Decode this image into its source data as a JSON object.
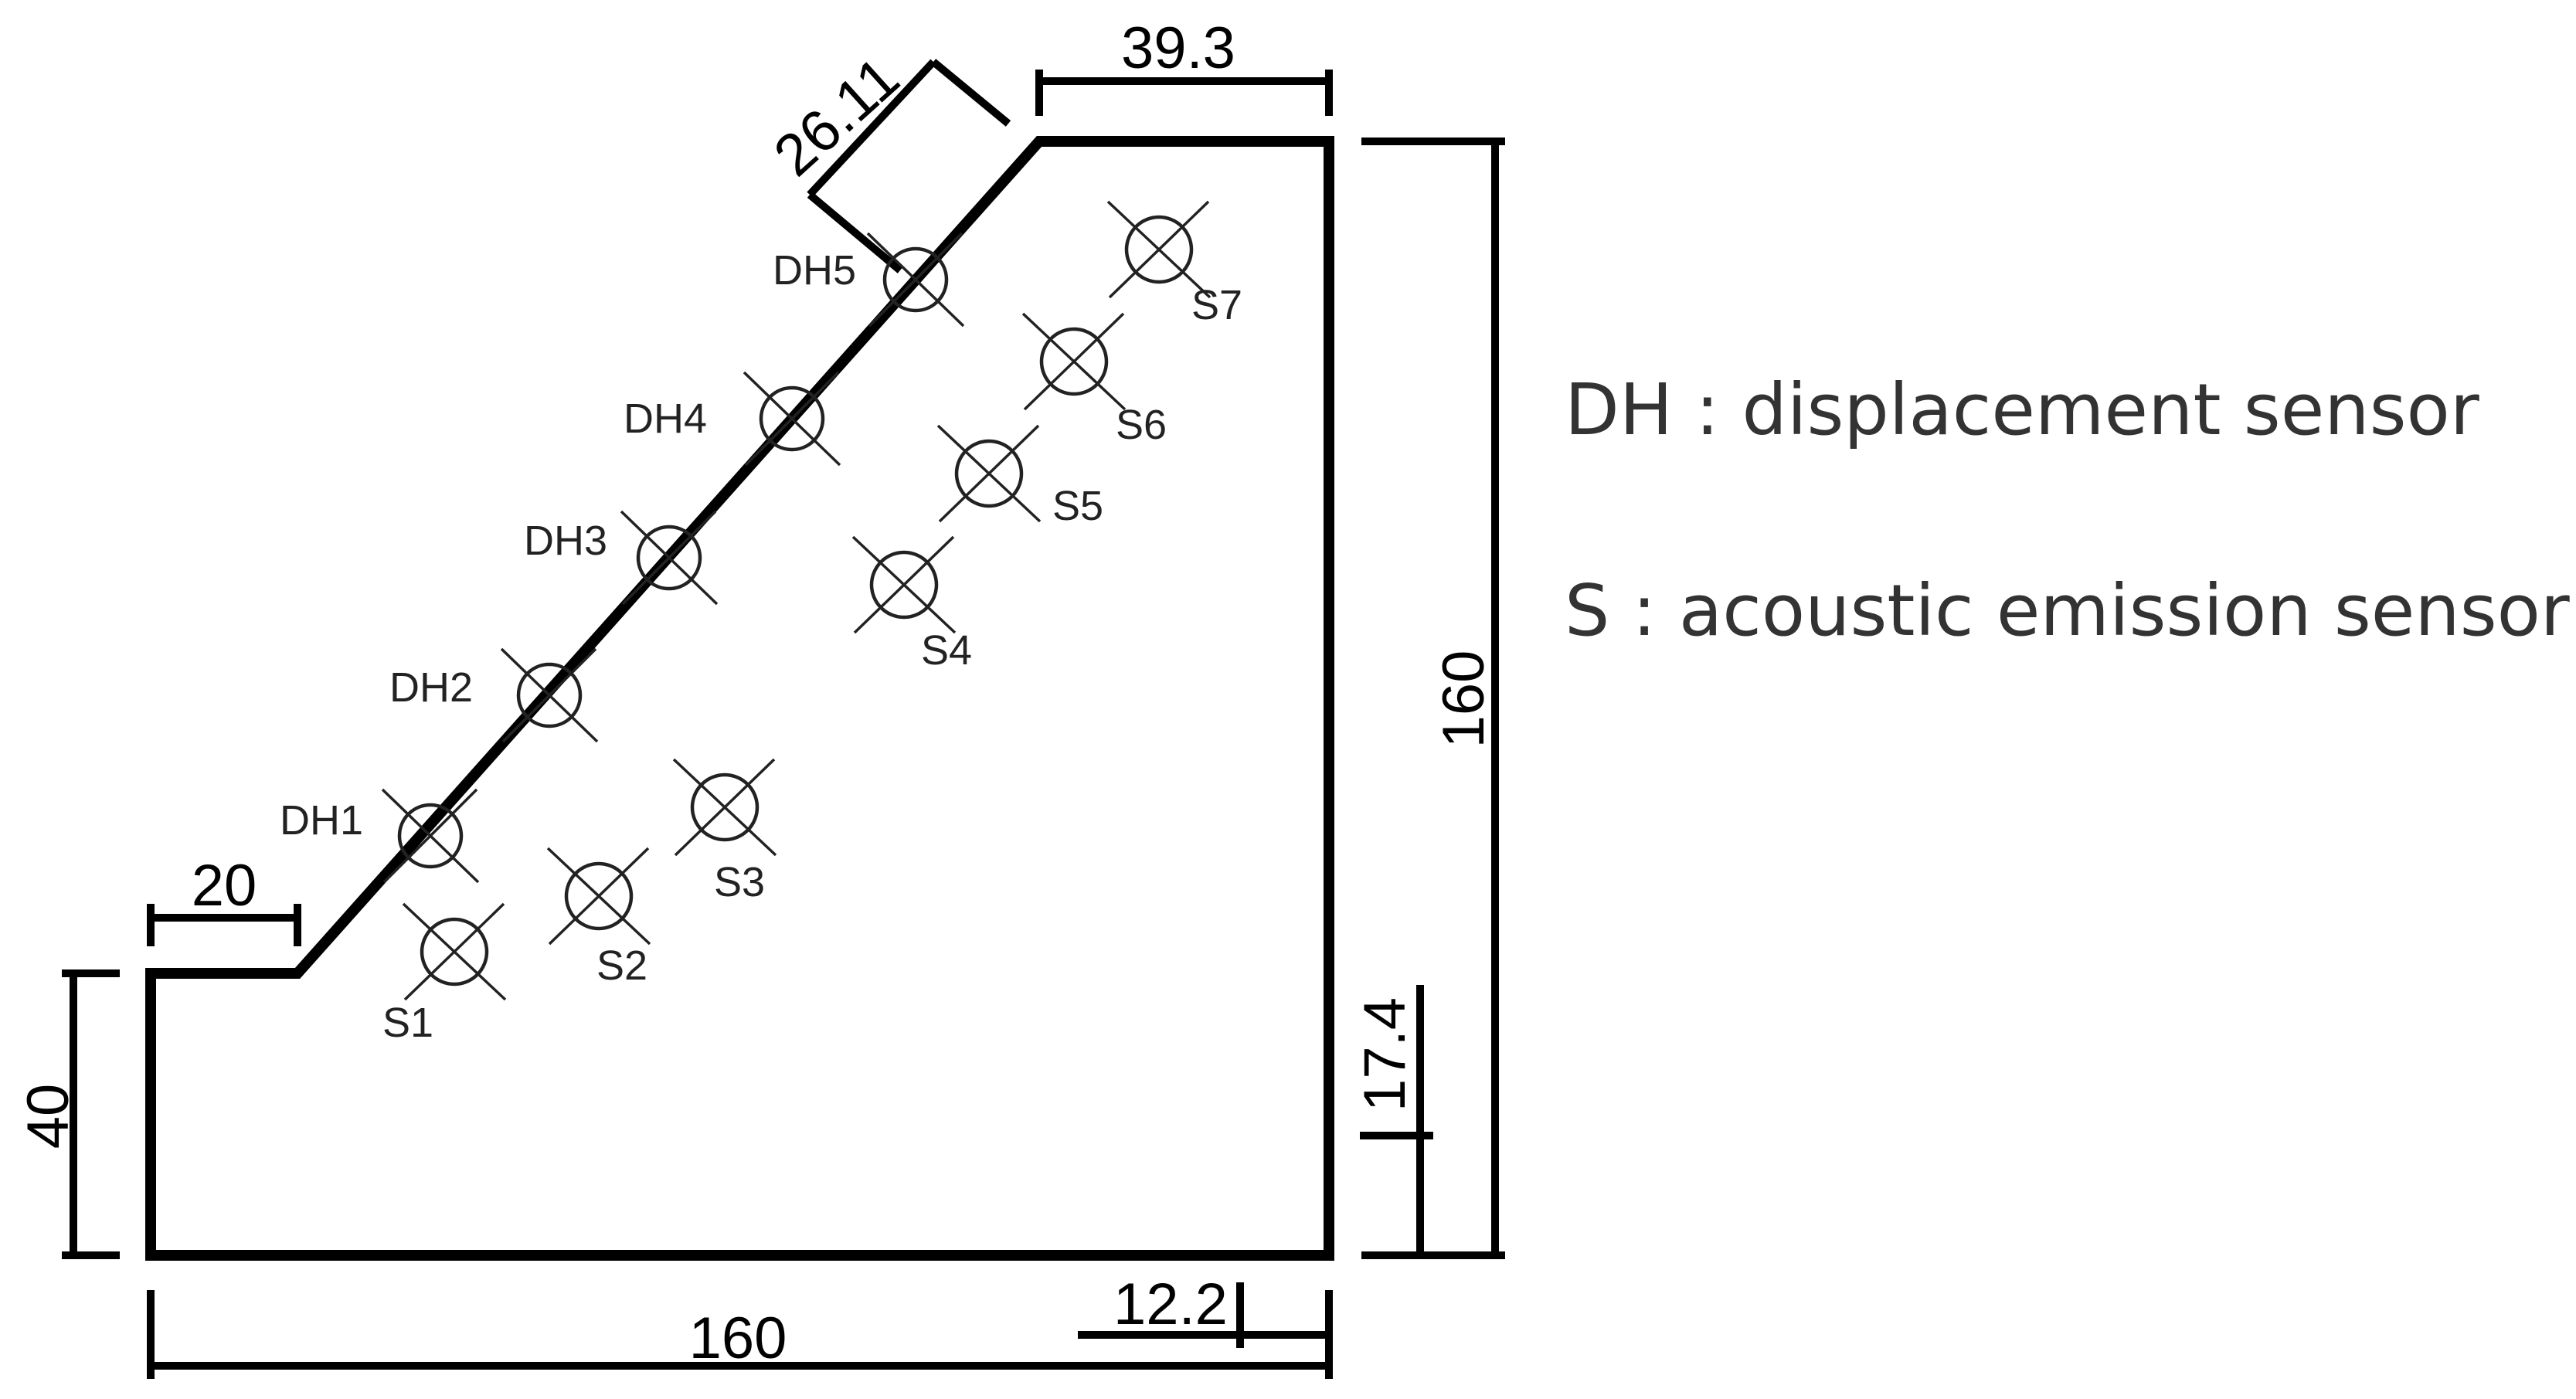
{
  "dimensions": {
    "slope_perp_offset": "26.11",
    "top_width": "39.3",
    "total_height": "160",
    "step_width": "20",
    "step_height": "40",
    "right_lower_height": "17.4",
    "bottom_width": "160",
    "bottom_right_offset": "12.2"
  },
  "displacement_sensors": [
    "DH1",
    "DH2",
    "DH3",
    "DH4",
    "DH5"
  ],
  "ae_sensors": [
    "S1",
    "S2",
    "S3",
    "S4",
    "S5",
    "S6",
    "S7"
  ],
  "legend": {
    "dh": "DH : displacement sensor",
    "s": "S : acoustic emission sensor"
  }
}
